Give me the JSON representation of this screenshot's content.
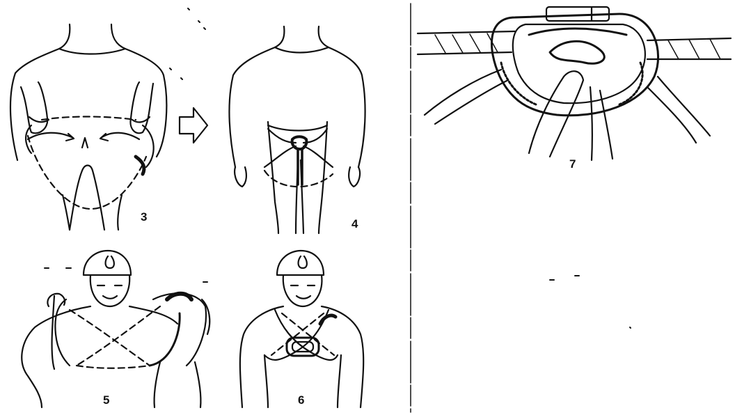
{
  "figures": [
    {
      "id": "fig3",
      "label": "3"
    },
    {
      "id": "fig4",
      "label": "4"
    },
    {
      "id": "fig5",
      "label": "5"
    },
    {
      "id": "fig6",
      "label": "6"
    },
    {
      "id": "fig7",
      "label": "7"
    }
  ],
  "colors": {
    "ink": "#111111",
    "paper": "#ffffff"
  }
}
